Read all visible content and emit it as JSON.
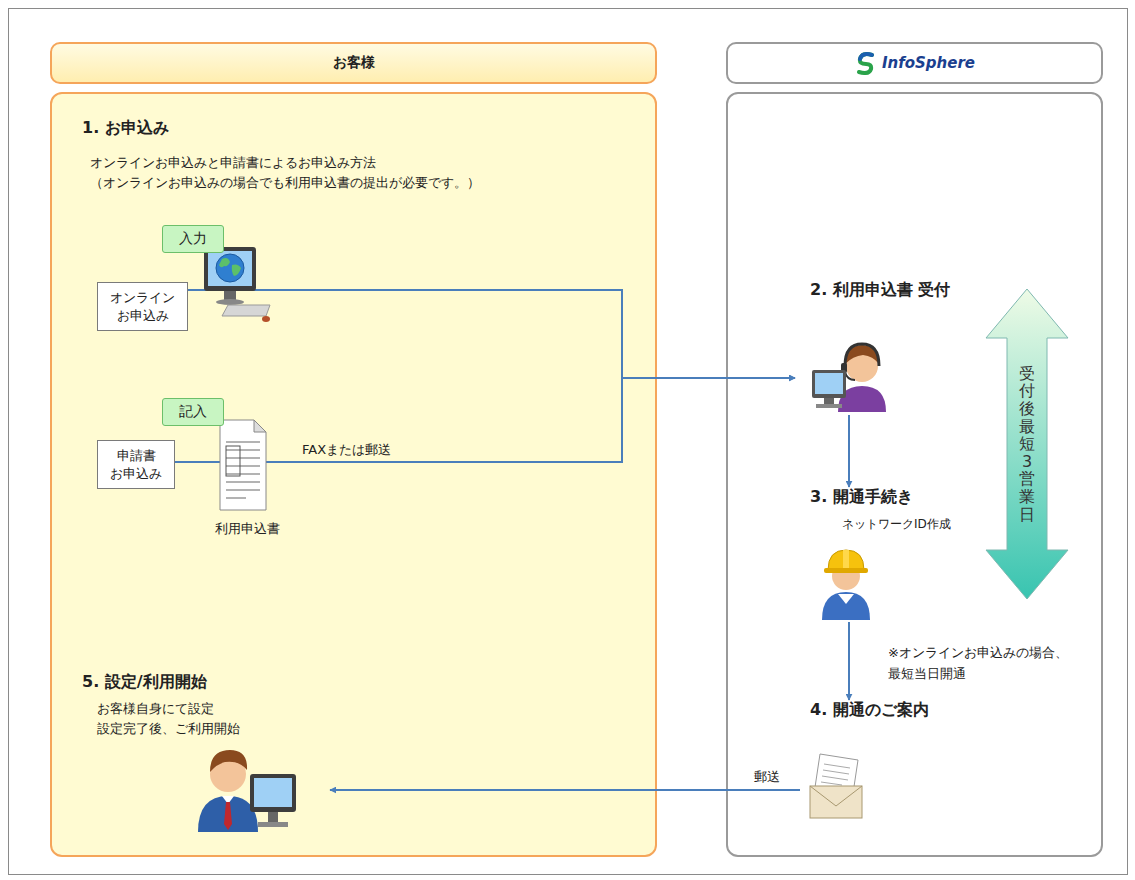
{
  "diagram": {
    "nodes": [
      {
        "text": [
          "お客様"
        ]
      },
      {
        "text": [
          "InfoSphere"
        ]
      },
      {
        "text": [
          "1. お申込み",
          "オンラインお申込みと申請書によるお申込み方法 （オンラインお申込みの場合でも利用申込書の提出が必要です。）"
        ]
      },
      {
        "text": [
          "入力"
        ],
        "in": 2
      },
      {
        "text": [
          "オンライン お申込み"
        ],
        "in": 2
      },
      {
        "text": [
          "記入"
        ],
        "in": 2
      },
      {
        "text": [
          "申請書 お申込み"
        ],
        "in": 2
      },
      {
        "text": [
          "5. 設定/利用開始",
          "お客様自身にて設定 設定完了後、ご利用開始"
        ],
        "in": 2
      },
      {
        "text": [
          "2. 利用申込書 受付"
        ]
      },
      {
        "text": [
          "3. 開通手続き",
          "ネットワークID作成"
        ]
      },
      {
        "text": [
          "4. 開通のご案内"
        ]
      },
      {
        "text": [
          "受付後最短3営業日"
        ]
      }
    ],
    "edges": [
      {
        "from": 4,
        "to": 8,
        "arrow": "to"
      },
      {
        "from": 6,
        "to": 8,
        "label": "FAXまたは郵送",
        "arrow": "to"
      },
      {
        "from": 8,
        "to": 9,
        "arrow": "to"
      },
      {
        "from": 9,
        "to": 10,
        "arrow": "to"
      },
      {
        "from": 10,
        "to": 7,
        "label": "郵送",
        "arrow": "to"
      }
    ],
    "labels": [
      "利用申込書",
      "※オンラインお申込みの場合、 最短当日開通"
    ]
  }
}
